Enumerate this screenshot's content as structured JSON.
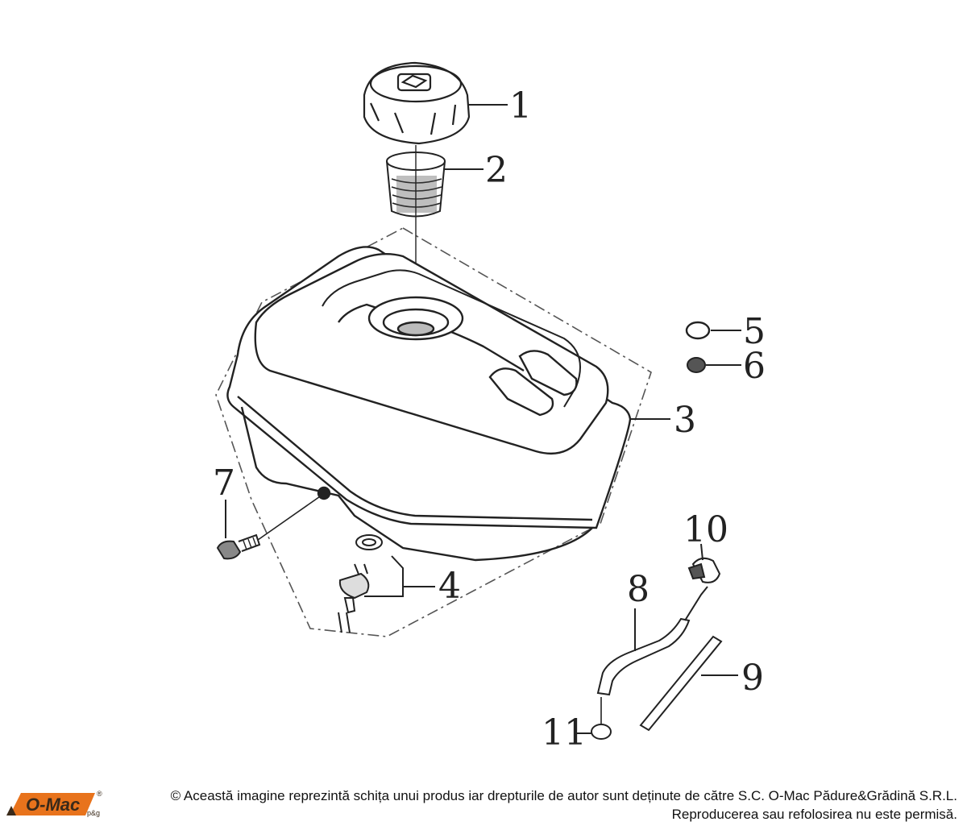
{
  "callouts": [
    {
      "id": "1",
      "label": "1"
    },
    {
      "id": "2",
      "label": "2"
    },
    {
      "id": "3",
      "label": "3"
    },
    {
      "id": "4",
      "label": "4"
    },
    {
      "id": "5",
      "label": "5"
    },
    {
      "id": "6",
      "label": "6"
    },
    {
      "id": "7",
      "label": "7"
    },
    {
      "id": "8",
      "label": "8"
    },
    {
      "id": "9",
      "label": "9"
    },
    {
      "id": "10",
      "label": "10"
    },
    {
      "id": "11",
      "label": "11"
    }
  ],
  "footer": {
    "copyright_line1": "© Această imagine reprezintă schița unui produs iar drepturile de autor sunt deținute de către S.C. O-Mac Pădure&Grădină S.R.L.",
    "copyright_line2": "Reproducerea sau refolosirea nu este permisă.",
    "logo_text": "O-Mac",
    "logo_reg": "®",
    "logo_sub": "p&g"
  },
  "colors": {
    "line": "#222222",
    "logo_orange": "#e8731c",
    "logo_dark": "#3a2a1a"
  }
}
